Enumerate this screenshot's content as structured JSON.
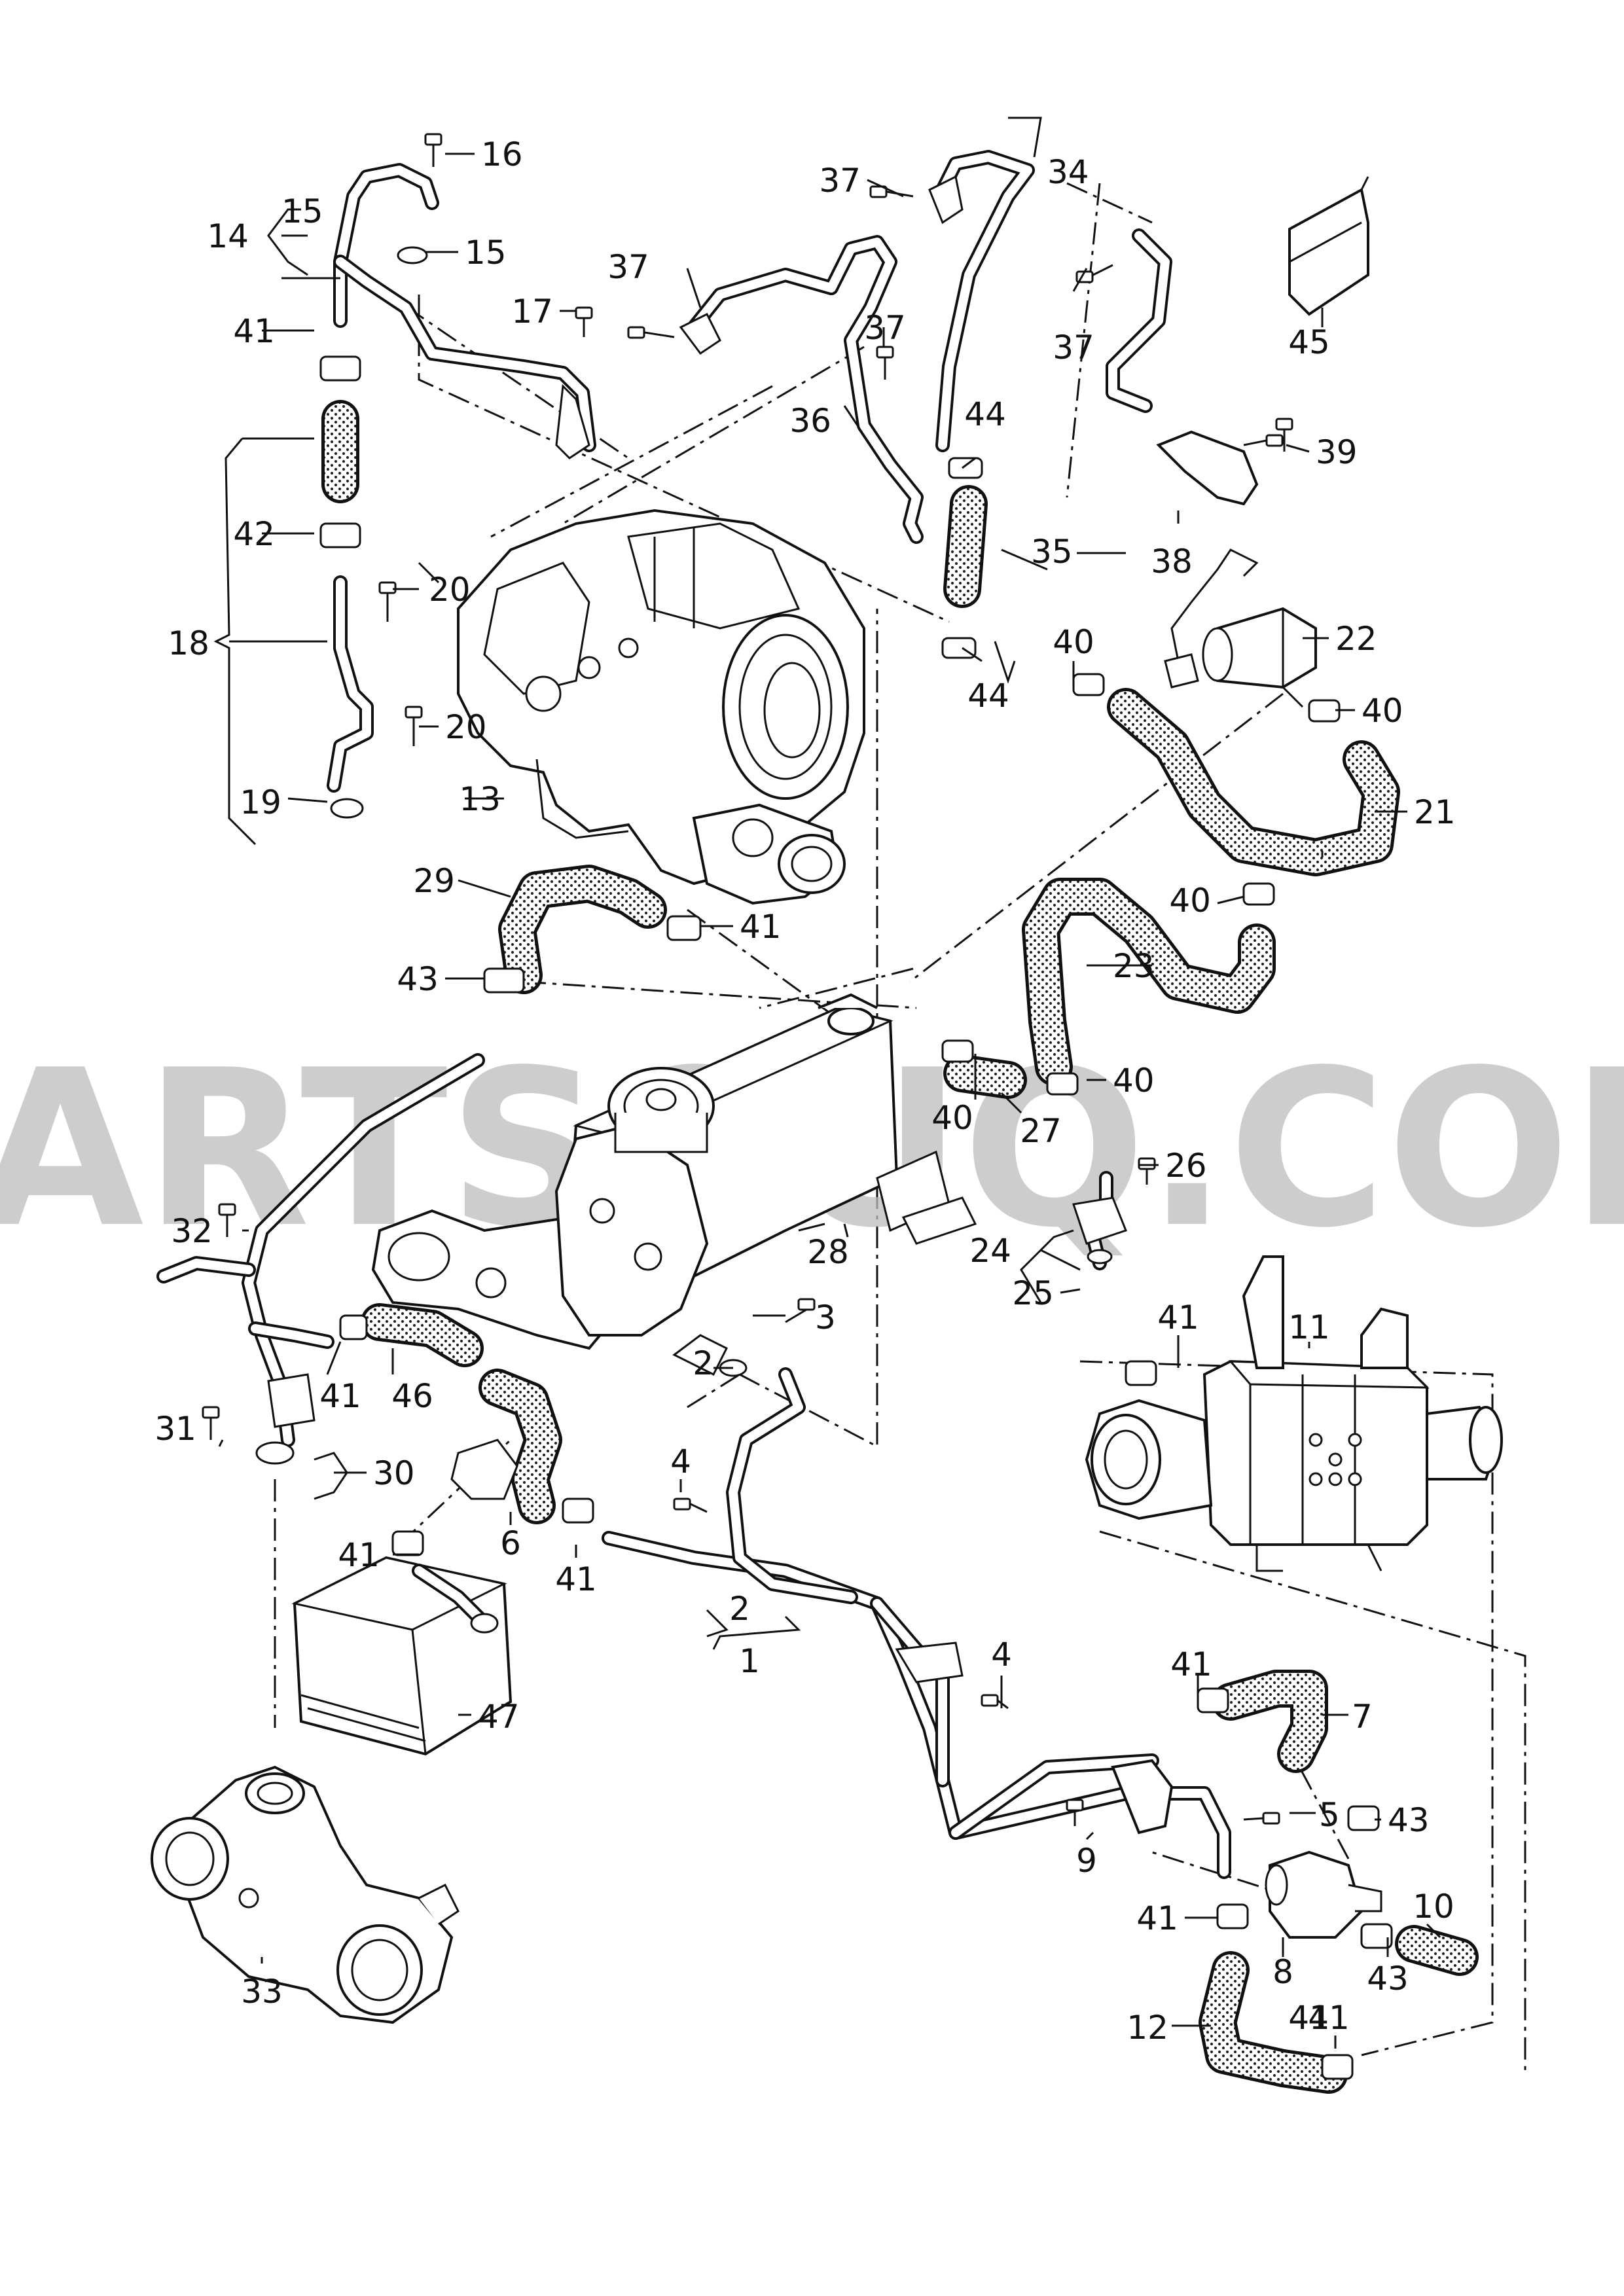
{
  "watermark": "PARTSOUQ.COM",
  "callouts": [
    {
      "id": "c1",
      "text": "1"
    },
    {
      "id": "c2a",
      "text": "2"
    },
    {
      "id": "c2b",
      "text": "2"
    },
    {
      "id": "c3",
      "text": "3"
    },
    {
      "id": "c4a",
      "text": "4"
    },
    {
      "id": "c4b",
      "text": "4"
    },
    {
      "id": "c5",
      "text": "5"
    },
    {
      "id": "c6",
      "text": "6"
    },
    {
      "id": "c7",
      "text": "7"
    },
    {
      "id": "c8",
      "text": "8"
    },
    {
      "id": "c9",
      "text": "9"
    },
    {
      "id": "c10",
      "text": "10"
    },
    {
      "id": "c11",
      "text": "11"
    },
    {
      "id": "c12",
      "text": "12"
    },
    {
      "id": "c13",
      "text": "13"
    },
    {
      "id": "c14",
      "text": "14"
    },
    {
      "id": "c15a",
      "text": "15"
    },
    {
      "id": "c15b",
      "text": "15"
    },
    {
      "id": "c16",
      "text": "16"
    },
    {
      "id": "c17",
      "text": "17"
    },
    {
      "id": "c18",
      "text": "18"
    },
    {
      "id": "c19",
      "text": "19"
    },
    {
      "id": "c20a",
      "text": "20"
    },
    {
      "id": "c20b",
      "text": "20"
    },
    {
      "id": "c21",
      "text": "21"
    },
    {
      "id": "c22",
      "text": "22"
    },
    {
      "id": "c23",
      "text": "23"
    },
    {
      "id": "c24",
      "text": "24"
    },
    {
      "id": "c25",
      "text": "25"
    },
    {
      "id": "c26",
      "text": "26"
    },
    {
      "id": "c27",
      "text": "27"
    },
    {
      "id": "c28",
      "text": "28"
    },
    {
      "id": "c29",
      "text": "29"
    },
    {
      "id": "c30",
      "text": "30"
    },
    {
      "id": "c31",
      "text": "31"
    },
    {
      "id": "c32",
      "text": "32"
    },
    {
      "id": "c33",
      "text": "33"
    },
    {
      "id": "c34",
      "text": "34"
    },
    {
      "id": "c35",
      "text": "35"
    },
    {
      "id": "c36",
      "text": "36"
    },
    {
      "id": "c37a",
      "text": "37"
    },
    {
      "id": "c37b",
      "text": "37"
    },
    {
      "id": "c37c",
      "text": "37"
    },
    {
      "id": "c37d",
      "text": "37"
    },
    {
      "id": "c38",
      "text": "38"
    },
    {
      "id": "c39",
      "text": "39"
    },
    {
      "id": "c40a",
      "text": "40"
    },
    {
      "id": "c40b",
      "text": "40"
    },
    {
      "id": "c40c",
      "text": "40"
    },
    {
      "id": "c40d",
      "text": "40"
    },
    {
      "id": "c40e",
      "text": "40"
    },
    {
      "id": "c41a",
      "text": "41"
    },
    {
      "id": "c41b",
      "text": "41"
    },
    {
      "id": "c41c",
      "text": "41"
    },
    {
      "id": "c41d",
      "text": "41"
    },
    {
      "id": "c41e",
      "text": "41"
    },
    {
      "id": "c41f",
      "text": "41"
    },
    {
      "id": "c41g",
      "text": "41"
    },
    {
      "id": "c41h",
      "text": "41"
    },
    {
      "id": "c41i",
      "text": "41"
    },
    {
      "id": "c41j",
      "text": "41"
    },
    {
      "id": "c42",
      "text": "42"
    },
    {
      "id": "c43a",
      "text": "43"
    },
    {
      "id": "c43b",
      "text": "43"
    },
    {
      "id": "c43c",
      "text": "43"
    },
    {
      "id": "c44a",
      "text": "44"
    },
    {
      "id": "c44b",
      "text": "44"
    },
    {
      "id": "c45",
      "text": "45"
    },
    {
      "id": "c46",
      "text": "46"
    },
    {
      "id": "c47",
      "text": "47"
    }
  ]
}
